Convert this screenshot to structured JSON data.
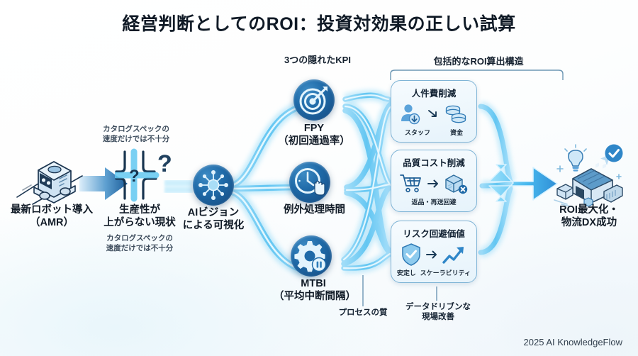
{
  "title": "経営判断としてのROI：投資対効果の正しい試算",
  "footer": "2025 AI KnowledgeFlow",
  "stages": {
    "robot": {
      "label_line1": "最新ロボット導入",
      "label_line2": "（AMR）",
      "icon": "amr-robot-icon"
    },
    "problem": {
      "note_above_line1": "カタログスペックの",
      "note_above_line2": "速度だけでは不十分",
      "label_line1": "生産性が",
      "label_line2": "上がらない現状",
      "note_below_line1": "カタログスペックの",
      "note_below_line2": "速度だけでは不十分",
      "icon": "crossroads-question-icon"
    },
    "ai": {
      "label_line1": "AIビジョン",
      "label_line2": "による可視化",
      "icon": "network-hub-icon"
    },
    "goal": {
      "label_line1": "ROI最大化・",
      "label_line2": "物流DX成功",
      "icon": "warehouse-success-icon"
    }
  },
  "kpi_section": {
    "heading": "3つの隠れたKPI",
    "items": [
      {
        "name": "FPY",
        "sub": "（初回通過率）",
        "icon": "target-icon"
      },
      {
        "name": "例外処理時間",
        "sub": "",
        "icon": "clock-hand-icon"
      },
      {
        "name": "MTBI",
        "sub": "（平均中断間隔）",
        "icon": "gear-pause-icon"
      }
    ]
  },
  "roi_section": {
    "heading": "包括的なROI算出構造",
    "cards": [
      {
        "title": "人件費削減",
        "left_icon": "staff-down-icon",
        "right_icon": "coins-icon",
        "left_label": "スタッフ",
        "right_label": "資金"
      },
      {
        "title": "品質コスト削減",
        "left_icon": "shopping-cart-icon",
        "right_icon": "box-cancel-icon",
        "caption": "返品・再送回避"
      },
      {
        "title": "リスク回避価値",
        "left_icon": "shield-check-icon",
        "right_icon": "trend-up-icon",
        "left_label": "安定し",
        "right_label": "スケーラビリティ"
      }
    ]
  },
  "annotations": [
    {
      "text_line1": "プロセスの質",
      "text_line2": ""
    },
    {
      "text_line1": "データドリブンな",
      "text_line2": "現場改善"
    }
  ],
  "colors": {
    "accent_deep": "#15487d",
    "accent_mid": "#1f6aa8",
    "glow_cyan": "#5ec8f5",
    "ribbon_light": "#bfe6fb",
    "card_border": "#7fb4d6",
    "text_dark": "#101a26"
  }
}
